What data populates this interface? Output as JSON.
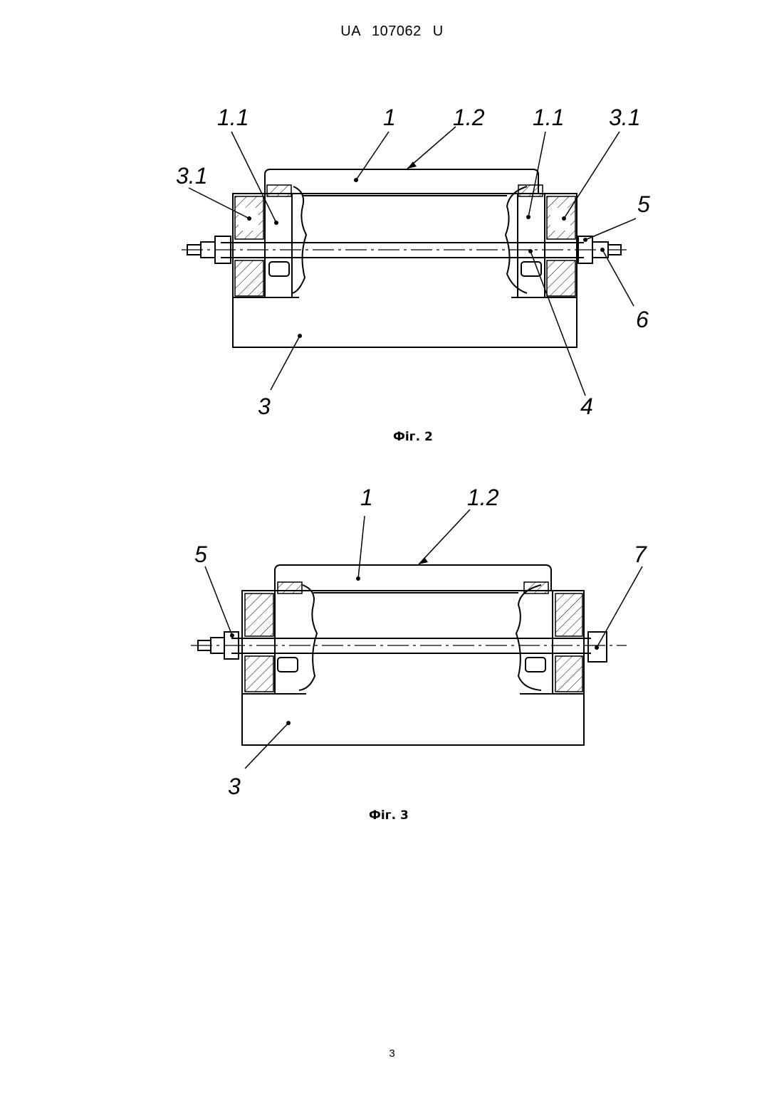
{
  "header": "UA   107062   U",
  "figure2": {
    "caption": "Фіг. 2",
    "labels": {
      "l11_left": "1.1",
      "l1": "1",
      "l12": "1.2",
      "l11_right": "1.1",
      "l31_right": "3.1",
      "l31_left": "3.1",
      "l5": "5",
      "l6": "6",
      "l3": "3",
      "l4": "4"
    }
  },
  "figure3": {
    "caption": "Фіг. 3",
    "labels": {
      "l1": "1",
      "l12": "1.2",
      "l5": "5",
      "l7": "7",
      "l3": "3"
    }
  },
  "page_number": "3"
}
